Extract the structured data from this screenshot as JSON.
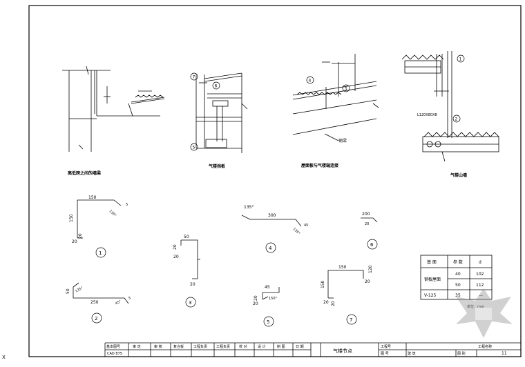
{
  "corner_mark": "X",
  "details": [
    {
      "caption": "高低跨之间的墙梁"
    },
    {
      "caption": "气楼挡板"
    },
    {
      "caption": "屋面板与气楼端连接"
    },
    {
      "caption": "气楼山墙"
    }
  ],
  "callouts": {
    "c1": "1",
    "c2": "2",
    "c3": "3",
    "c4": "4",
    "c5": "5",
    "c6": "6",
    "c7": "7"
  },
  "steel_label": "L120X80X8",
  "beam_label": "钢梁",
  "flashings": {
    "f1": {
      "num": "1",
      "top": "150",
      "left": "150",
      "bot_a": "20",
      "bot_b": "20",
      "ang": "135°",
      "tip": "5"
    },
    "f2": {
      "num": "2",
      "left": "50",
      "ang_a": "135°",
      "bottom": "250",
      "ang_b": "45°",
      "tip": "5"
    },
    "f3": {
      "num": "3",
      "top": "50",
      "left_a": "20",
      "left_b": "20",
      "bottom": "20"
    },
    "f4": {
      "num": "4",
      "ang_a": "135°",
      "top": "300",
      "ang_b": "135°",
      "tip": "45"
    },
    "f5": {
      "num": "5",
      "top": "45",
      "left": "20",
      "ang": "150°",
      "bot": "20"
    },
    "f6": {
      "num": "6",
      "top": "200",
      "tip": "20"
    },
    "f7": {
      "num": "7",
      "top": "150",
      "left": "150",
      "bot_a": "20",
      "bot_b": "20",
      "right": "120",
      "tip": "20"
    }
  },
  "table": {
    "h1": "基 面",
    "h2": "参 数",
    "h3": "d",
    "row_label": "钢板屋面",
    "rows": [
      {
        "a": "40",
        "b": "102"
      },
      {
        "a": "50",
        "b": "112"
      },
      {
        "a": "V-125",
        "b": "35",
        "c": "—"
      }
    ],
    "unit": "单位：mm"
  },
  "title_block": {
    "cells": [
      "基本图号",
      "审 定",
      "审 核",
      "复合板",
      "工程负责",
      "工程负责",
      "校 对",
      "设 计",
      "制 图",
      "日 期"
    ],
    "sub": "CAD 875",
    "title": "气楼节点",
    "right_a": "工程号",
    "right_b": "图 号",
    "right_c": "建 筑",
    "right_d": "图 别",
    "right_e": "工程名称",
    "sheet_no": "11"
  }
}
